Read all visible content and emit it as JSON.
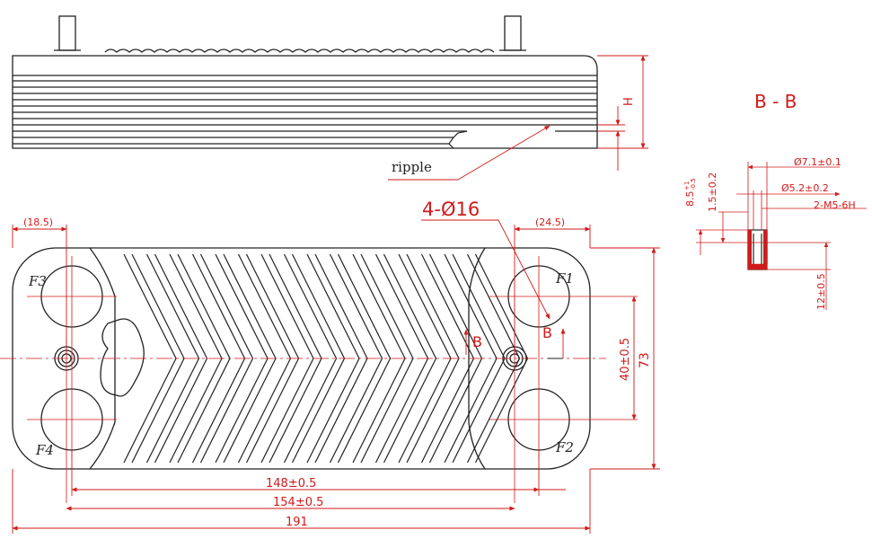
{
  "colors": {
    "outline": "#222222",
    "dimension": "#d11a1a",
    "background": "#ffffff"
  },
  "side_view": {
    "ripple_label": "ripple",
    "height_label": "H"
  },
  "front_view": {
    "ports": [
      "F1",
      "F2",
      "F3",
      "F4"
    ],
    "holes_label": "4-Ø16",
    "section_mark": "B",
    "dims": {
      "left_offset": "(18.5)",
      "right_offset": "(24.5)",
      "port_center_spacing": "148±0.5",
      "stud_spacing": "154±0.5",
      "overall_length": "191",
      "vertical_port_spacing": "40±0.5",
      "overall_width": "73"
    }
  },
  "section_view": {
    "title": "B - B",
    "dims": {
      "outer_diameter": "Ø7.1±0.1",
      "inner_diameter": "Ø5.2±0.2",
      "thread": "2-M5-6H",
      "height_top": "8.5",
      "height_top_tol_upper": "+1",
      "height_top_tol_lower": "-0.5",
      "wall": "1.5±0.2",
      "height_bottom": "12±0.5"
    }
  }
}
